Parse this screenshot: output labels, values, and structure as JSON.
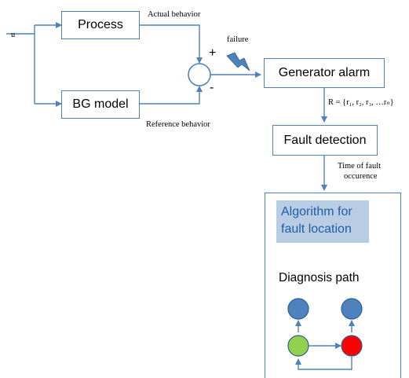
{
  "input_label": "u",
  "process_label": "Process",
  "bg_model_label": "BG model",
  "actual_behavior": "Actual behavior",
  "reference_behavior": "Reference behavior",
  "plus_sign": "+",
  "minus_sign": "-",
  "failure_label": "failure",
  "generator_alarm_label": "Generator alarm",
  "residuals_label": "R = {r₁, r₂, r₃, …rₙ}",
  "fault_detection_label": "Fault detection",
  "time_of_fault_line1": "Time of fault",
  "time_of_fault_line2": "occurence",
  "algorithm_line1": "Algorithm for",
  "algorithm_line2": "fault location",
  "diagnosis_path_label": "Diagnosis path",
  "colors": {
    "stroke": "#4f81bd",
    "node_blue": "#4f81bd",
    "node_green": "#92d050",
    "node_red": "#ff0000",
    "algo_fill": "#b8cce4",
    "algo_text": "#1f5fa8",
    "lightning": "#4f81bd"
  },
  "icons": {
    "failure_symbol": "lightning-bolt-icon",
    "comparator": "summing-junction-circle"
  }
}
